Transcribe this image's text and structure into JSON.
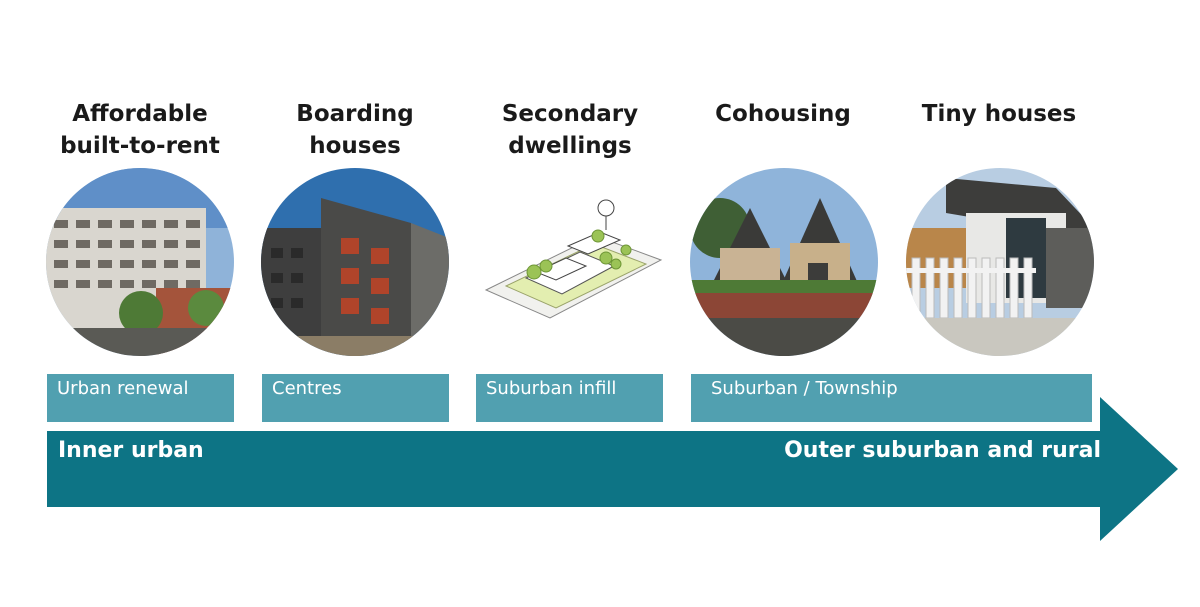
{
  "columns": [
    {
      "title_lines": [
        "Affordable",
        "built-to-rent"
      ],
      "image": "apartment-block-photo"
    },
    {
      "title_lines": [
        "Boarding",
        "houses"
      ],
      "image": "mid-rise-building-photo"
    },
    {
      "title_lines": [
        "Secondary",
        "dwellings"
      ],
      "image": "site-plan-sketch"
    },
    {
      "title_lines": [
        "Cohousing",
        ""
      ],
      "image": "gabled-houses-photo"
    },
    {
      "title_lines": [
        "Tiny houses",
        ""
      ],
      "image": "tiny-house-photo"
    }
  ],
  "bands": [
    "Urban renewal",
    "Centres",
    "Suburban infill",
    "Suburban / Township"
  ],
  "arrow": {
    "start_label": "Inner urban",
    "end_label": "Outer suburban and rural"
  },
  "colors": {
    "arrow": "#0d7485",
    "band": "#51a0b0",
    "text": "#1a1a1a"
  }
}
